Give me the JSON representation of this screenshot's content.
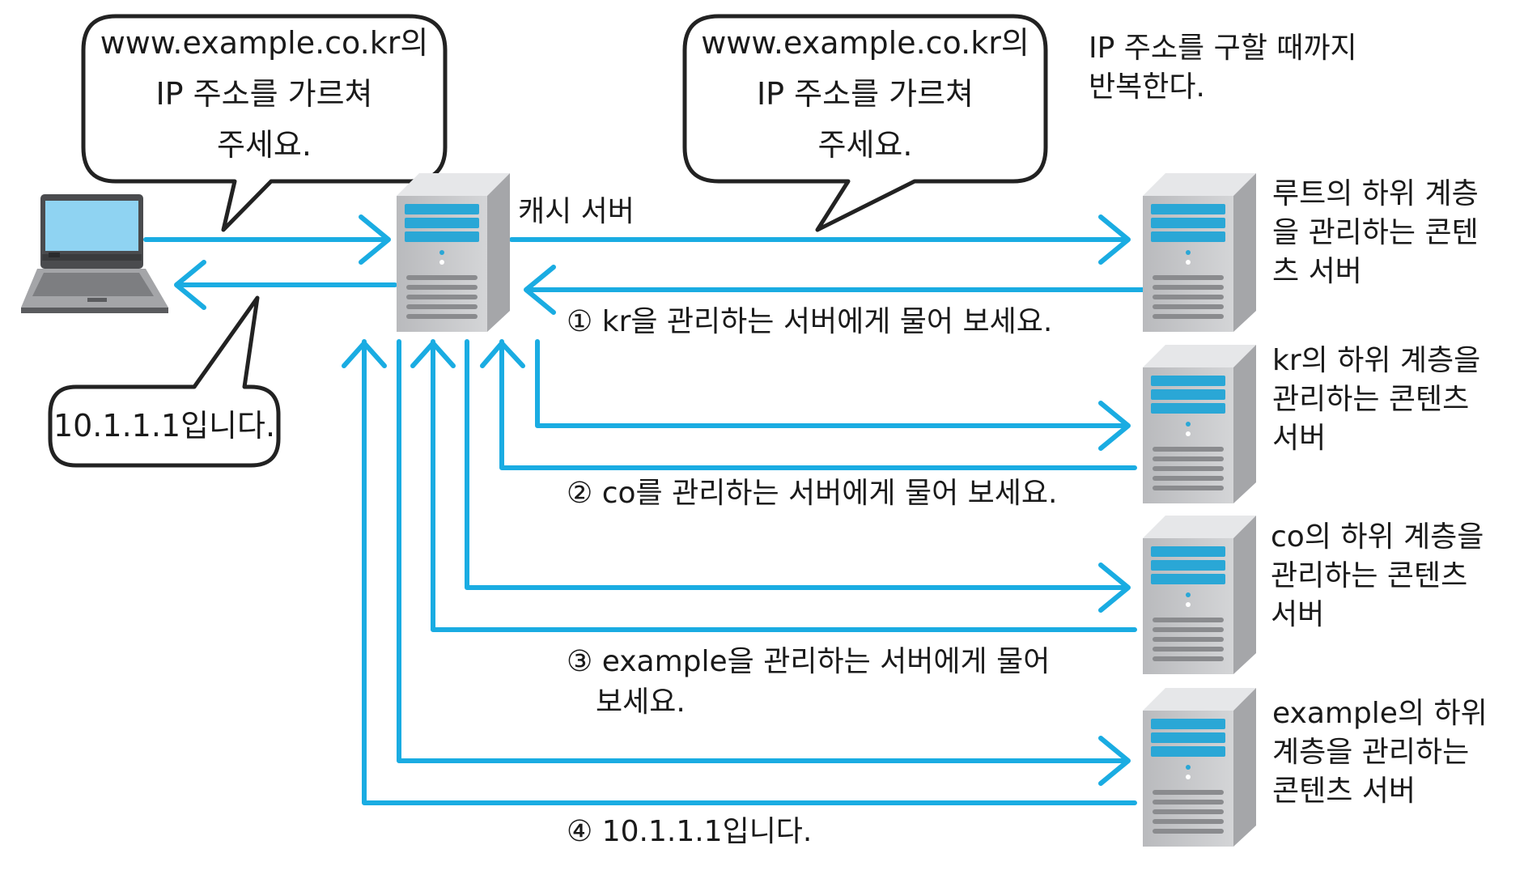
{
  "bubbles": {
    "client_query": {
      "line1": "www.example.co.kr의",
      "line2": "IP 주소를 가르쳐",
      "line3": "주세요."
    },
    "cache_query": {
      "line1": "www.example.co.kr의",
      "line2": "IP 주소를 가르쳐",
      "line3": "주세요."
    },
    "answer": {
      "text": "10.1.1.1입니다."
    }
  },
  "notes": {
    "repeat_line1": "IP 주소를 구할 때까지",
    "repeat_line2": "반복한다.",
    "cache_server": "캐시 서버"
  },
  "responses": {
    "r1": "① kr을 관리하는 서버에게 물어 보세요.",
    "r2": "② co를 관리하는 서버에게 물어 보세요.",
    "r3_line1": "③ example을 관리하는 서버에게 물어",
    "r3_line2": "보세요.",
    "r4": "④ 10.1.1.1입니다."
  },
  "servers": {
    "root": {
      "line1": "루트의 하위 계층",
      "line2": "을 관리하는 콘텐",
      "line3": "츠 서버"
    },
    "kr": {
      "line1": "kr의 하위 계층을",
      "line2": "관리하는 콘텐츠",
      "line3": "서버"
    },
    "co": {
      "line1": "co의 하위 계층을",
      "line2": "관리하는 콘텐츠",
      "line3": "서버"
    },
    "example": {
      "line1": "example의 하위",
      "line2": "계층을 관리하는",
      "line3": "콘텐츠 서버"
    }
  },
  "colors": {
    "arrow": "#1aace2",
    "outline": "#222222",
    "server_body": "#c9cacc",
    "screen": "#8fd3f2"
  }
}
